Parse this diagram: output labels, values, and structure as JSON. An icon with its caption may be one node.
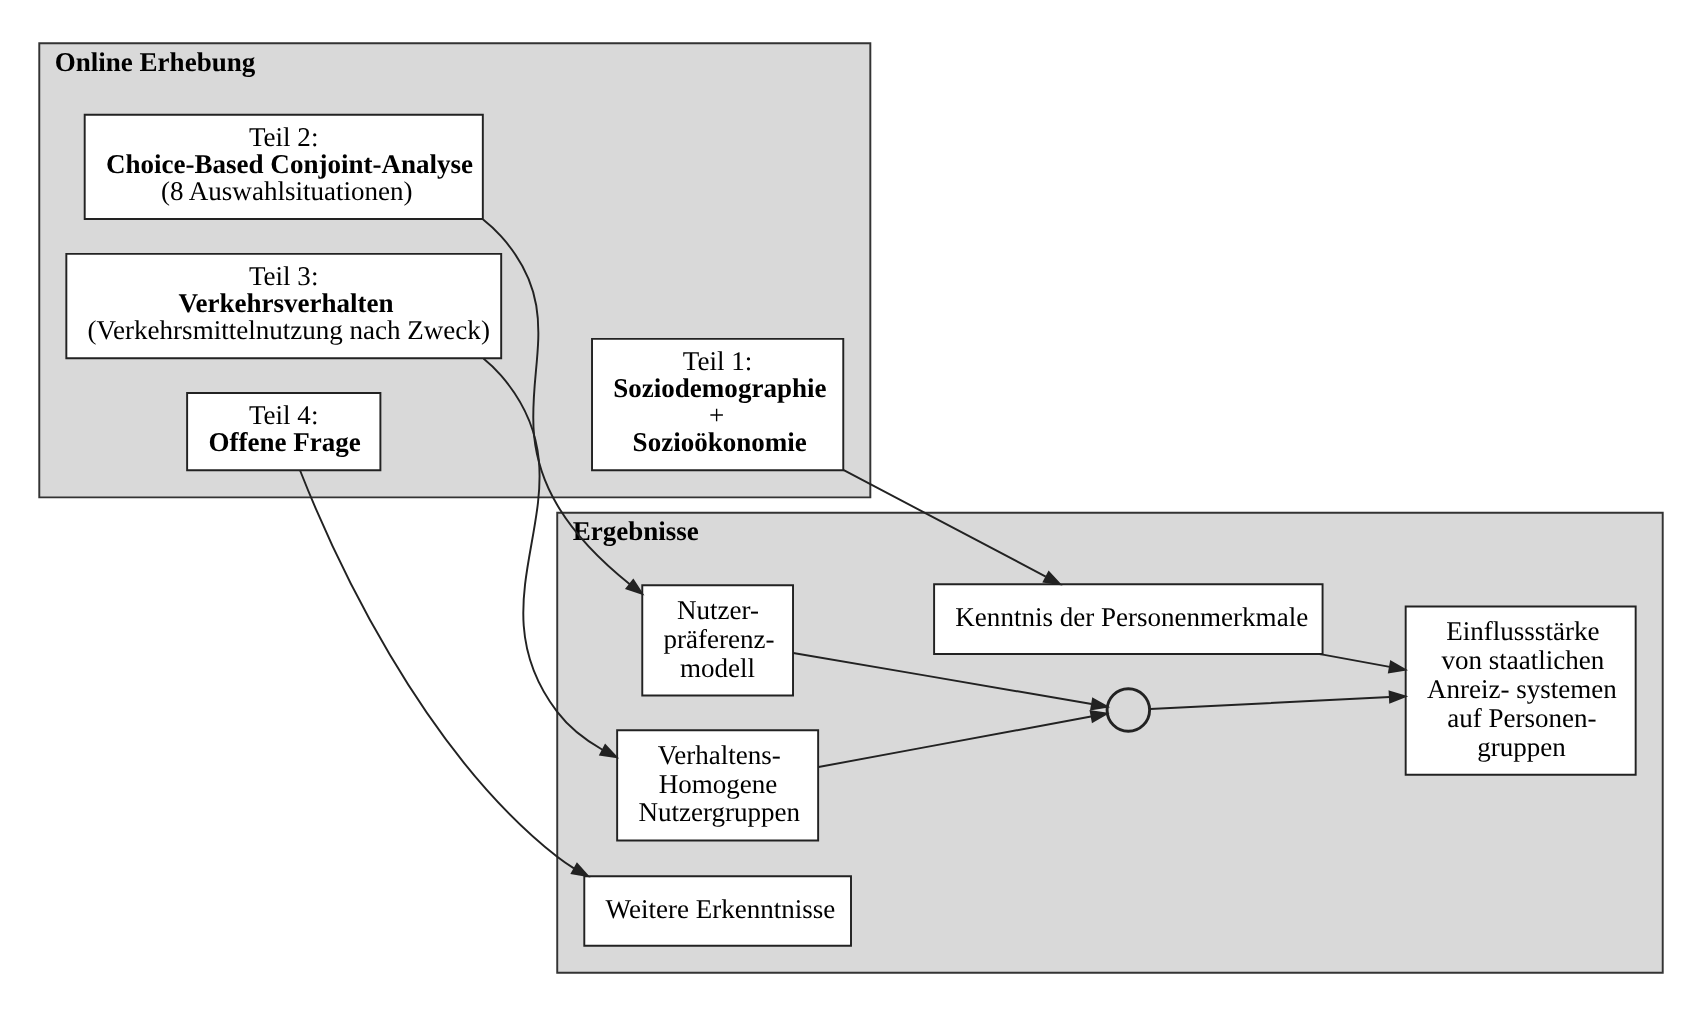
{
  "diagram": {
    "nodes": [
      {
        "text": [
          "Online Erhebung"
        ]
      },
      {
        "text": [
          "Teil 1:",
          "**Soziodemographie**",
          "+",
          "**Sozioökonomie**"
        ],
        "in": 0
      },
      {
        "text": [
          "Teil 2:",
          "**Choice-Based Conjoint-Analyse**",
          "(8 Auswahlsituationen)"
        ],
        "in": 0
      },
      {
        "text": [
          "Teil 3:",
          "**Verkehrsverhalten**",
          "(Verkehrsmittelnutzung nach Zweck)"
        ],
        "in": 0
      },
      {
        "text": [
          "Teil 4:",
          "**Offene Frage**"
        ],
        "in": 0
      },
      {
        "text": [
          "Ergebnisse"
        ]
      },
      {
        "text": [
          "Kenntnis der Personenmerkmale"
        ],
        "in": 5
      },
      {
        "text": [
          "Nutzer- präferenz- modell"
        ],
        "in": 5
      },
      {
        "text": [
          "Einflussstärke von staatlichen Anreiz- systemen auf Personen- gruppen"
        ],
        "in": 5
      },
      {
        "text": [],
        "shape": "circle",
        "in": 5
      },
      {
        "text": [
          "Verhaltens- Homogene Nutzergruppen"
        ],
        "in": 5
      },
      {
        "text": [
          "Weitere Erkenntnisse"
        ],
        "in": 5
      }
    ],
    "edges": [
      {
        "from": 1,
        "to": 6,
        "arrow": "to"
      },
      {
        "from": 2,
        "to": 7,
        "arrow": "to"
      },
      {
        "from": 3,
        "to": 10,
        "arrow": "to"
      },
      {
        "from": 4,
        "to": 11,
        "arrow": "to"
      },
      {
        "from": 6,
        "to": 8,
        "arrow": "to"
      },
      {
        "from": 7,
        "to": 9,
        "arrow": "to"
      },
      {
        "from": 10,
        "to": 9,
        "arrow": "to"
      },
      {
        "from": 9,
        "to": 8,
        "arrow": "to"
      }
    ]
  }
}
